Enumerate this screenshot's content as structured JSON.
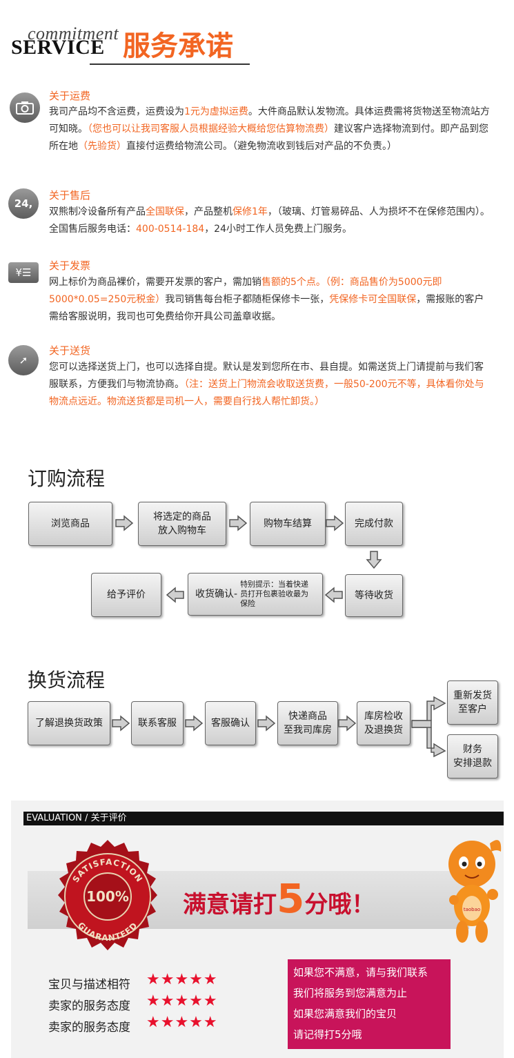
{
  "header": {
    "commitment": "commitment",
    "service": "SERVICE",
    "title_cn": "服务承诺"
  },
  "services": [
    {
      "icon": "camera-icon",
      "title": "关于运费",
      "parts": [
        {
          "t": "我司产品均不含运费，运费设为",
          "hl": false
        },
        {
          "t": "1元为虚拟运费",
          "hl": true
        },
        {
          "t": "。大件商品默认发物流。具体运费需将货物送至物流站方可知晓。",
          "hl": false
        },
        {
          "t": "（您也可以让我司客服人员根据经验大概给您估算物流费）",
          "hl": true
        },
        {
          "t": "建议客户选择物流到付。即产品到您所在地",
          "hl": false
        },
        {
          "t": "（先验货）",
          "hl": true
        },
        {
          "t": "直接付运费给物流公司。（避免物流收到钱后对产品的不负责。）",
          "hl": false
        }
      ]
    },
    {
      "icon": "24h-icon",
      "icon_text": "24,",
      "title": "关于售后",
      "parts": [
        {
          "t": "双熊制冷设备所有产品",
          "hl": false
        },
        {
          "t": "全国联保",
          "hl": true
        },
        {
          "t": "，产品整机",
          "hl": false
        },
        {
          "t": "保修1年",
          "hl": true
        },
        {
          "t": "，（玻璃、灯管易碎品、人为损坏不在保修范围内）。全国售后服务电话：",
          "hl": false
        },
        {
          "t": "400-0514-184",
          "hl": true
        },
        {
          "t": "，24小时工作人员免费上门服务。",
          "hl": false
        }
      ]
    },
    {
      "icon": "invoice-icon",
      "icon_text": "¥☰",
      "title": "关于发票",
      "parts": [
        {
          "t": "网上标价为商品裸价，需要开发票的客户，需加销",
          "hl": false
        },
        {
          "t": "售额的5个点。（例：商品售价为5000元即5000*0.05=250元税金）",
          "hl": true
        },
        {
          "t": "我司销售每台柜子都随柜保修卡一张，",
          "hl": false
        },
        {
          "t": "凭保修卡可全国联保",
          "hl": true
        },
        {
          "t": "，需报账的客户需给客服说明，我司也可免费给你开具公司盖章收据。",
          "hl": false
        }
      ]
    },
    {
      "icon": "delivery-icon",
      "icon_text": "➚",
      "title": "关于送货",
      "parts": [
        {
          "t": "您可以选择送货上门，也可以选择自提。默认是发到您所在市、县自提。如需送货上门请提前与我们客服联系，方便我们与物流协商。",
          "hl": false
        },
        {
          "t": "（注：送货上门物流会收取送货费，一般50-200元不等，具体看你处与物流点远近。物流送货都是司机一人，需要自行找人帮忙卸货。）",
          "hl": true
        }
      ]
    }
  ],
  "order_flow": {
    "title": "订购流程",
    "steps": [
      "浏览商品",
      "将选定的商品\n放入购物车",
      "购物车结算",
      "完成付款",
      "等待收货",
      "收货确认-",
      "给予评价"
    ],
    "tip": "特别提示：当着快递员打开包裹验收最为保险"
  },
  "exchange_flow": {
    "title": "换货流程",
    "steps": [
      "了解退换货政策",
      "联系客服",
      "客服确认",
      "快递商品\n至我司库房",
      "库房检收\n及退换货",
      "重新发货\n至客户",
      "财务\n安排退款"
    ]
  },
  "evaluation": {
    "bar_left": "EVALUATION",
    "bar_sep": " / ",
    "bar_right": "关于评价",
    "seal_top": "SATISFACTION",
    "seal_center": "100%",
    "seal_bottom": "GUARANTEED",
    "slogan_pre": "满意请打",
    "slogan_num": "5",
    "slogan_post": "分哦！",
    "ratings": [
      {
        "label": "宝贝与描述相符",
        "stars": "★★★★★"
      },
      {
        "label": "卖家的服务态度",
        "stars": "★★★★★"
      },
      {
        "label": "卖家的服务态度",
        "stars": "★★★★★"
      }
    ],
    "notes": [
      "如果您不满意，请与我们联系",
      "我们将服务到您满意为止",
      "如果您满意我们的宝贝",
      "请记得打5分哦"
    ],
    "mascot_badge": "taobao"
  },
  "colors": {
    "accent": "#f26522",
    "seal": "#b5121b",
    "pink": "#c8145a",
    "star": "#e8112d"
  }
}
